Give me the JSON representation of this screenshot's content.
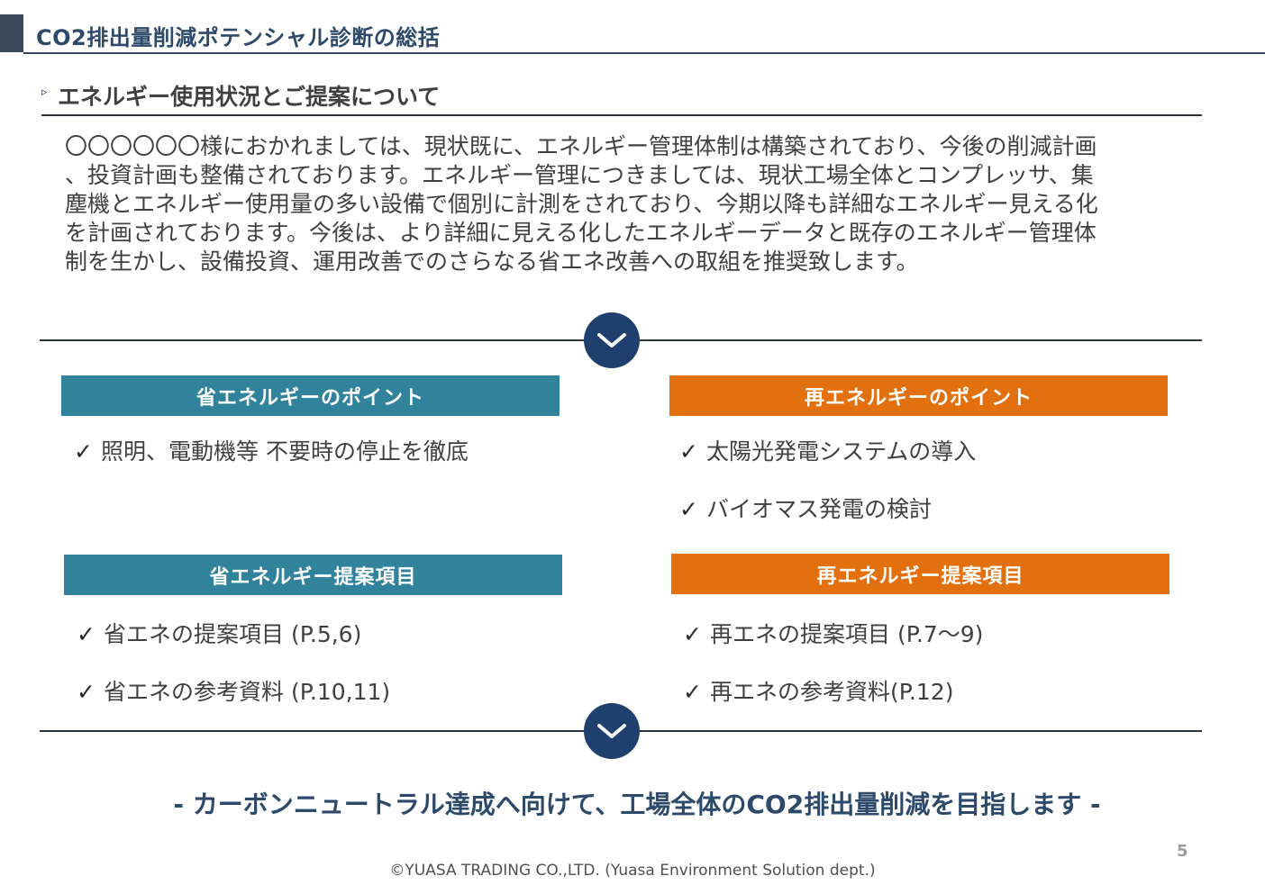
{
  "slide": {
    "title": "CO2排出量削減ポテンシャル診断の総括",
    "section_marker": "▹",
    "section_title": "エネルギー使用状況とご提案について",
    "intro_lines": [
      "〇〇〇〇〇〇様におかれましては、現状既に、エネルギー管理体制は構築されており、今後の削減計画",
      "、投資計画も整備されております。エネルギー管理につきましては、現状工場全体とコンプレッサ、集",
      "塵機とエネルギー使用量の多い設備で個別に計測をされており、今期以降も詳細なエネルギー見える化",
      "を計画されております。今後は、より詳細に見える化したエネルギーデータと既存のエネルギー管理体",
      "制を生かし、設備投資、運用改善でのさらなる省エネ改善への取組を推奨致します。"
    ],
    "check_mark": "✓",
    "save_energy_points": {
      "title": "省エネルギーのポイント",
      "items": [
        "照明、電動機等 不要時の停止を徹底"
      ]
    },
    "renewable_points": {
      "title": "再エネルギーのポイント",
      "items": [
        "太陽光発電システムの導入",
        "バイオマス発電の検討"
      ]
    },
    "save_energy_proposals": {
      "title": "省エネルギー提案項目",
      "items": [
        "省エネの提案項目 (P.5,6)",
        "省エネの参考資料 (P.10,11)"
      ]
    },
    "renewable_proposals": {
      "title": "再エネルギー提案項目",
      "items": [
        "再エネの提案項目 (P.7～9)",
        "再エネの参考資料(P.12)"
      ]
    },
    "closing": "- カーボンニュートラル達成へ向けて、工場全体のCO2排出量削減を目指します -",
    "footer": "©YUASA TRADING CO.,LTD. (Yuasa Environment Solution dept.)",
    "page_number": "5"
  },
  "colors": {
    "title_text": "#2e4a6b",
    "teal": "#31839c",
    "orange": "#e2700f",
    "chevron_circle": "#1f3f6e"
  },
  "icons": {
    "chevron": "chevron-down-icon",
    "check": "check-icon",
    "marker": "triangle-right-icon"
  }
}
